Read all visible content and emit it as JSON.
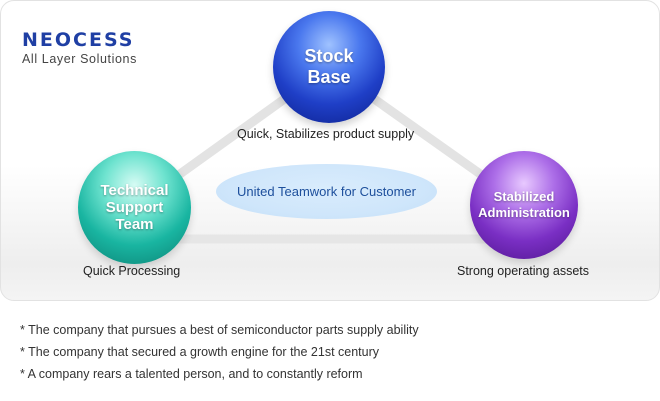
{
  "logo": {
    "mark": "NEOCESS",
    "tagline": "All Layer Solutions",
    "colors": {
      "mark": "#1f3fa4",
      "dot": "#d62323"
    }
  },
  "spheres": {
    "stock": {
      "lines": [
        "Stock",
        "Base"
      ],
      "caption": "Quick, Stabilizes product supply",
      "color": "#1f3fc7"
    },
    "tech": {
      "lines": [
        "Technical",
        "Support",
        "Team"
      ],
      "caption": "Quick Processing",
      "color": "#19b5a1"
    },
    "admin": {
      "lines": [
        "Stabilized",
        "Administration"
      ],
      "caption": "Strong operating assets",
      "color": "#7a2fc4"
    }
  },
  "center": {
    "label": "United Teamwork for Customer",
    "color": "#1d4f9c"
  },
  "notes": [
    "* The company that pursues a best of semiconductor parts supply ability",
    "* The company that secured a growth engine for the 21st century",
    "* A company rears a talented person, and to constantly reform"
  ]
}
